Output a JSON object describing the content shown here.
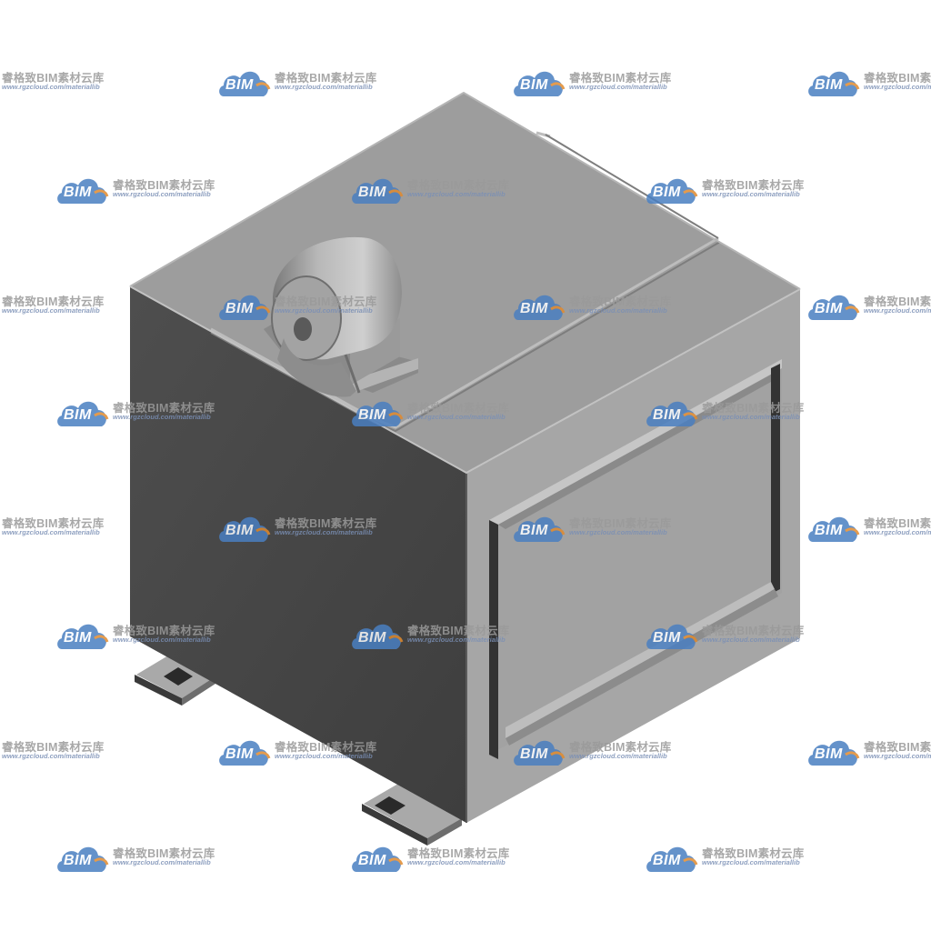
{
  "image": {
    "subject": "",
    "background": "#ffffff"
  },
  "colors": {
    "top_face": "#9e9e9e",
    "front_right_face": "#a7a7a7",
    "left_face": "#474747",
    "edge_dark": "#2b2b2b",
    "highlight": "#c4c4c4",
    "watermark_cloud": "#4a7fc1",
    "watermark_accent": "#e08a2e"
  },
  "watermark": {
    "badge": "BIM",
    "title": "睿格致BIM素材云库",
    "url": "www.rgzcloud.com/materiallib",
    "icon": "cloud-logo-icon"
  }
}
